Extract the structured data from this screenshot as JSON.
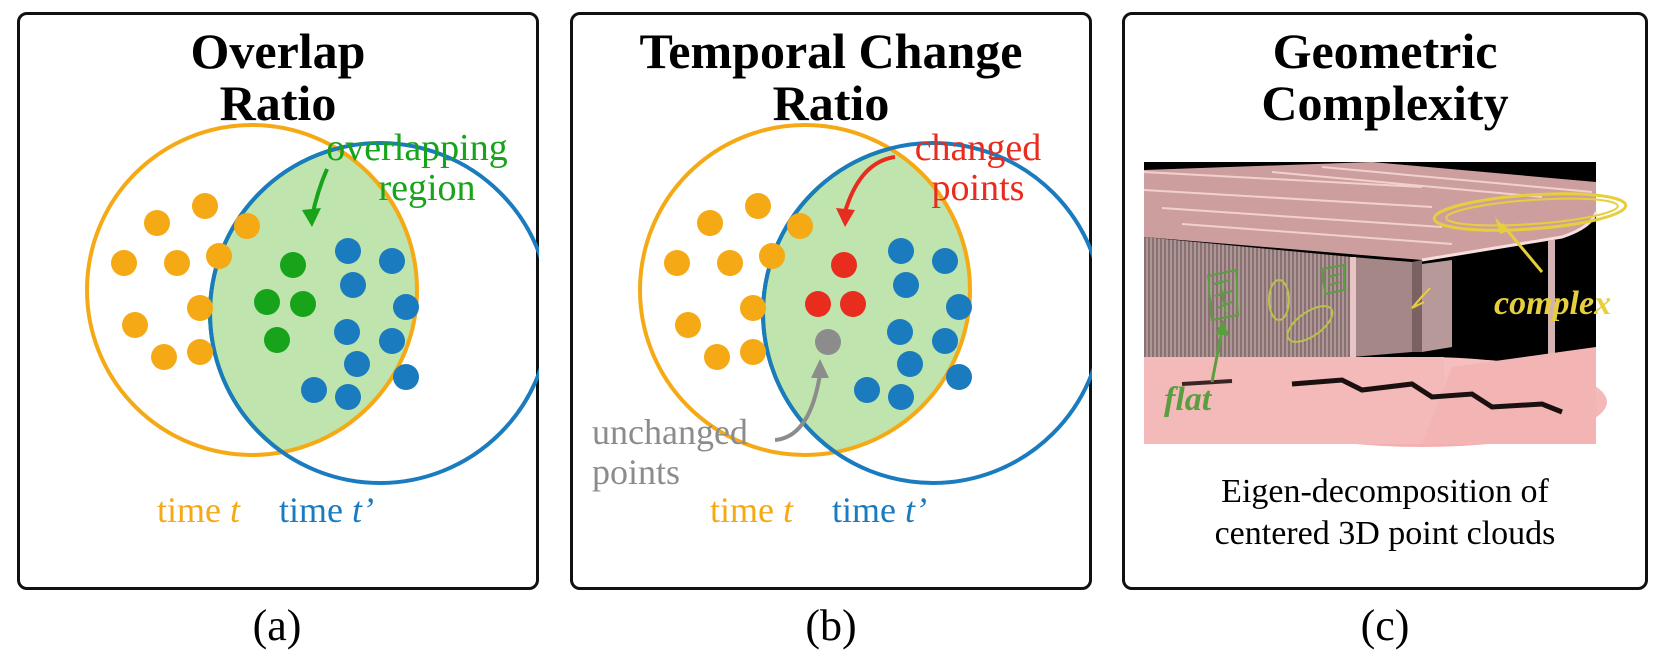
{
  "colors": {
    "time_t": "#f5a915",
    "time_t_prime": "#1a7bbf",
    "overlap": "#17a31a",
    "overlap_fill": "#bfe4ad",
    "changed": "#e82c1e",
    "unchanged": "#8c8c8c",
    "complex": "#e6cf3c",
    "flat": "#5b9e3f"
  },
  "panel_a": {
    "title_line1": "Overlap",
    "title_line2": "Ratio",
    "annotation_line1": "overlapping",
    "annotation_line2": "region",
    "legend_time_word": "time",
    "legend_t": "t",
    "legend_t_prime": "t’",
    "caption": "(a)"
  },
  "panel_b": {
    "title_line1": "Temporal Change",
    "title_line2": "Ratio",
    "changed_line1": "changed",
    "changed_line2": "points",
    "unchanged_line1": "unchanged",
    "unchanged_line2": "points",
    "legend_time_word": "time",
    "legend_t": "t",
    "legend_t_prime": "t’",
    "caption": "(b)"
  },
  "panel_c": {
    "title_line1": "Geometric",
    "title_line2": "Complexity",
    "label_complex": "complex",
    "label_flat": "flat",
    "description_line1": "Eigen-decomposition of",
    "description_line2": "centered 3D point clouds",
    "caption": "(c)"
  }
}
